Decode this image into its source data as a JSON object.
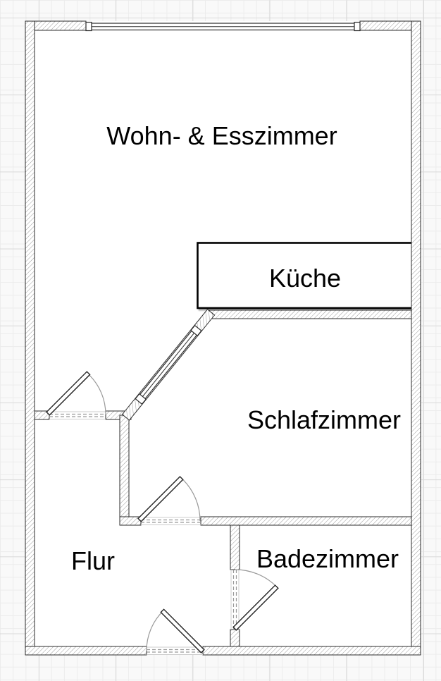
{
  "floorplan": {
    "rooms": {
      "living_dining": {
        "label": "Wohn- & Esszimmer"
      },
      "kitchen": {
        "label": "Küche"
      },
      "bedroom": {
        "label": "Schlafzimmer"
      },
      "hallway": {
        "label": "Flur"
      },
      "bathroom": {
        "label": "Badezimmer"
      }
    },
    "features": {
      "exterior_window_count": 1,
      "glazed_partition_count": 1,
      "swing_door_count": 4
    },
    "colors": {
      "background": "#f9f9f9",
      "grid_minor": "#ececec",
      "grid_major": "#d9d9d9",
      "room_fill": "#ffffff",
      "wall_outline": "#2b2b2b",
      "wall_hatch": "#9a9a9a",
      "door_arc": "#999999",
      "opening_dash": "#999999",
      "label_text": "#000000"
    }
  }
}
